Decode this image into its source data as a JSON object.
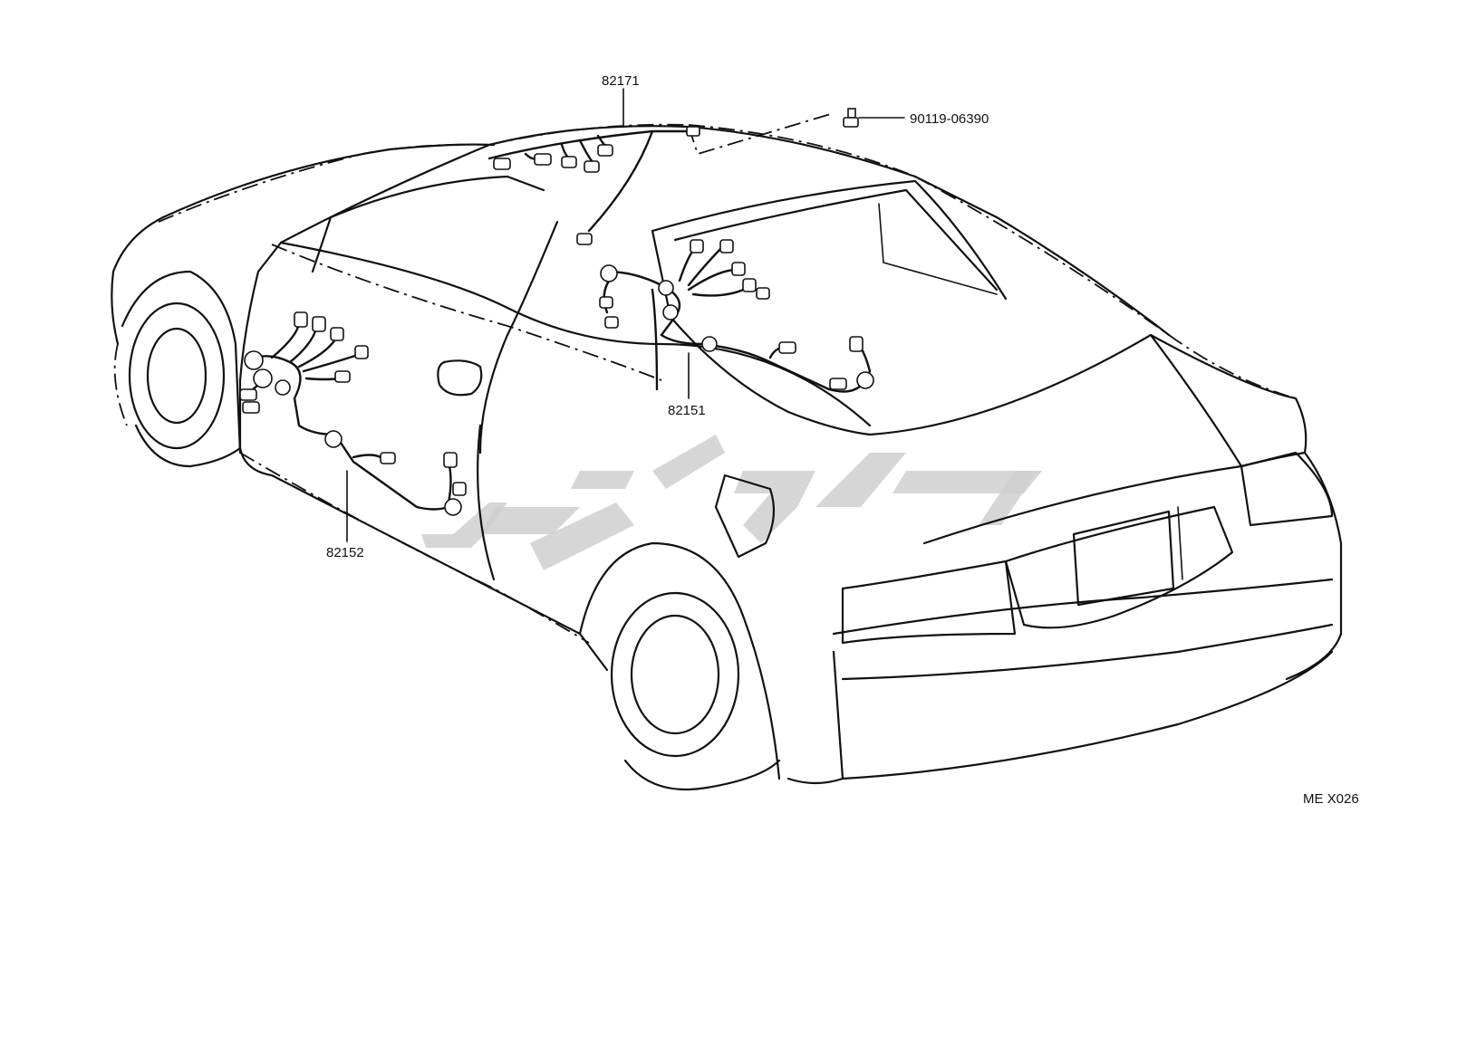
{
  "labels": {
    "roof_harness": "82171",
    "bolt": "90119-06390",
    "rear_door_harness": "82151",
    "front_door_harness": "82152",
    "figure_code": "ME X026"
  },
  "watermark": {
    "color": "#cfcfcf"
  }
}
